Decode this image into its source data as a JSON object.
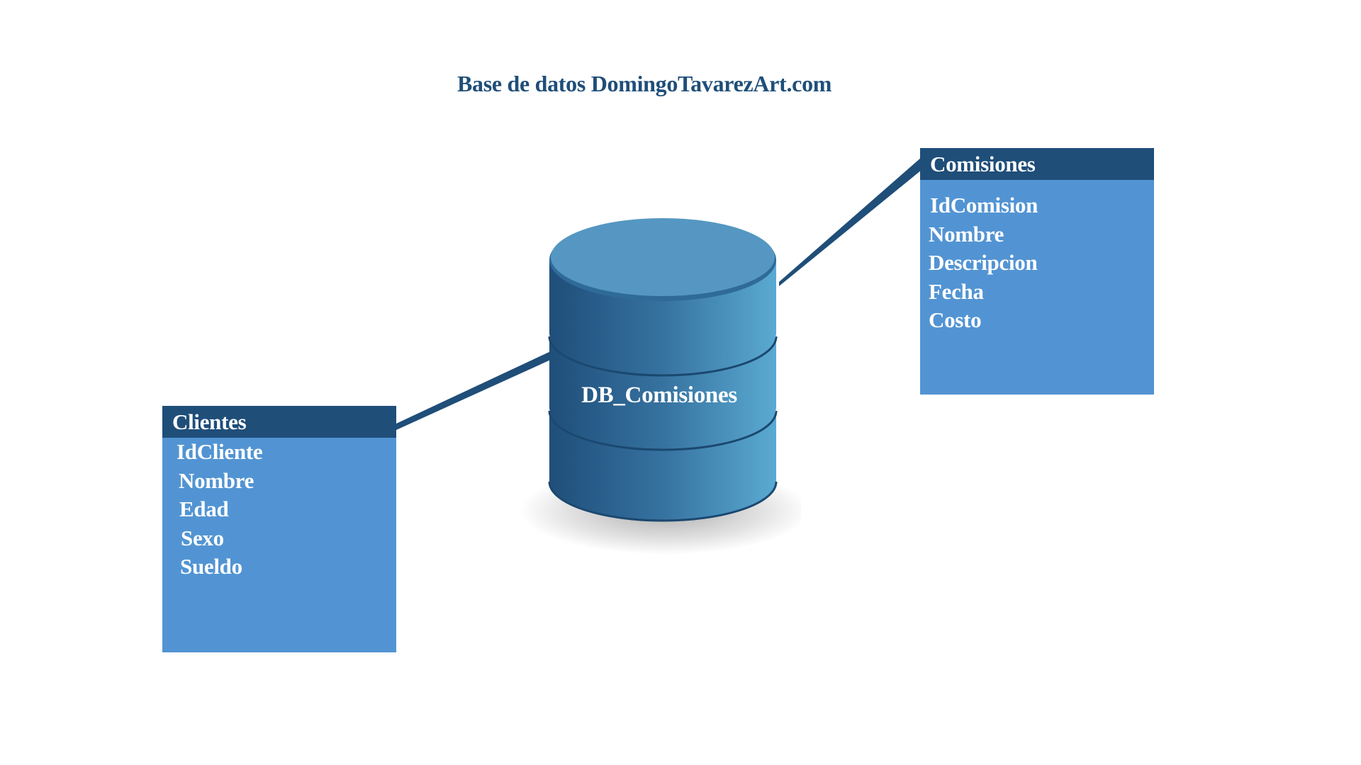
{
  "title": "Base de datos DomingoTavarezArt.com",
  "database": {
    "label": "DB_Comisiones",
    "color_top": "#5597c2",
    "color_side_dark": "#1f4e79",
    "color_side_light": "#5aaad2"
  },
  "entities": {
    "clientes": {
      "name": "Clientes",
      "fields": [
        "IdCliente",
        "Nombre",
        "Edad",
        "Sexo",
        "Sueldo"
      ]
    },
    "comisiones": {
      "name": "Comisiones",
      "fields": [
        "IdComision",
        "Nombre",
        "Descripcion",
        "Fecha",
        "Costo"
      ]
    }
  },
  "colors": {
    "header": "#1f4e79",
    "body": "#5294d3",
    "connector": "#1f4e79",
    "title": "#1f4e79"
  }
}
